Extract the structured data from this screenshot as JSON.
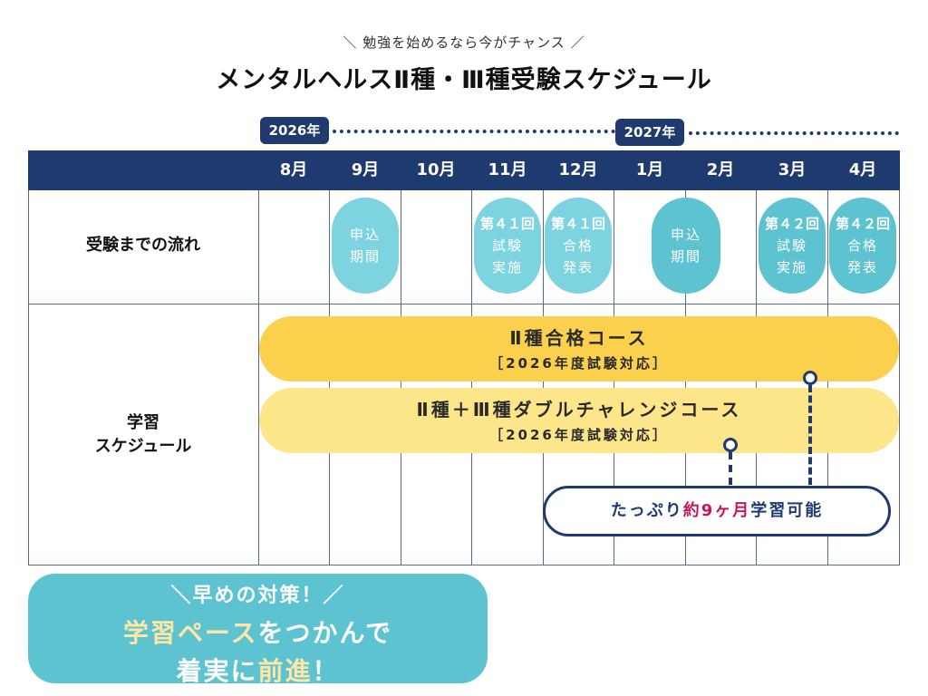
{
  "header": {
    "subtitle_left": "＼",
    "subtitle": "勉強を始めるなら今がチャンス",
    "subtitle_right": "／",
    "title": "メンタルヘルスⅡ種・Ⅲ種受験スケジュール"
  },
  "timeline": {
    "year1": "2026年",
    "year2": "2027年"
  },
  "months": [
    "8月",
    "9月",
    "10月",
    "11月",
    "12月",
    "1月",
    "2月",
    "3月",
    "4月"
  ],
  "rows": {
    "flow_label": "受験までの流れ",
    "study_label_1": "学習",
    "study_label_2": "スケジュール"
  },
  "flow": [
    {
      "top": "申込",
      "bottom": "期間"
    },
    {
      "head": "第４１回",
      "top": "試験",
      "bottom": "実施"
    },
    {
      "head": "第４１回",
      "top": "合格",
      "bottom": "発表"
    },
    {
      "top": "申込",
      "bottom": "期間"
    },
    {
      "head": "第４２回",
      "top": "試験",
      "bottom": "実施"
    },
    {
      "head": "第４２回",
      "top": "合格",
      "bottom": "発表"
    }
  ],
  "courses": {
    "course1_name": "Ⅱ種合格コース",
    "course1_sub": "［2026年度試験対応］",
    "course2_name": "Ⅱ種＋Ⅲ種ダブルチャレンジコース",
    "course2_sub": "［2026年度試験対応］"
  },
  "callout": {
    "pre": "たっぷり",
    "highlight": "約9ヶ月",
    "post": "学習可能"
  },
  "banner": {
    "line1": "＼早めの対策！／",
    "line2_a": "学習ペース",
    "line2_b": "をつかんで",
    "line3_a": "着実に",
    "line3_b": "前進",
    "line3_c": "！"
  },
  "colors": {
    "navy": "#1f3a6e",
    "teal": "#5ec3d0",
    "teal_light": "#7dd3df",
    "yellow": "#fbd04c",
    "yellow_light": "#fde68a",
    "pink": "#c2185b"
  }
}
